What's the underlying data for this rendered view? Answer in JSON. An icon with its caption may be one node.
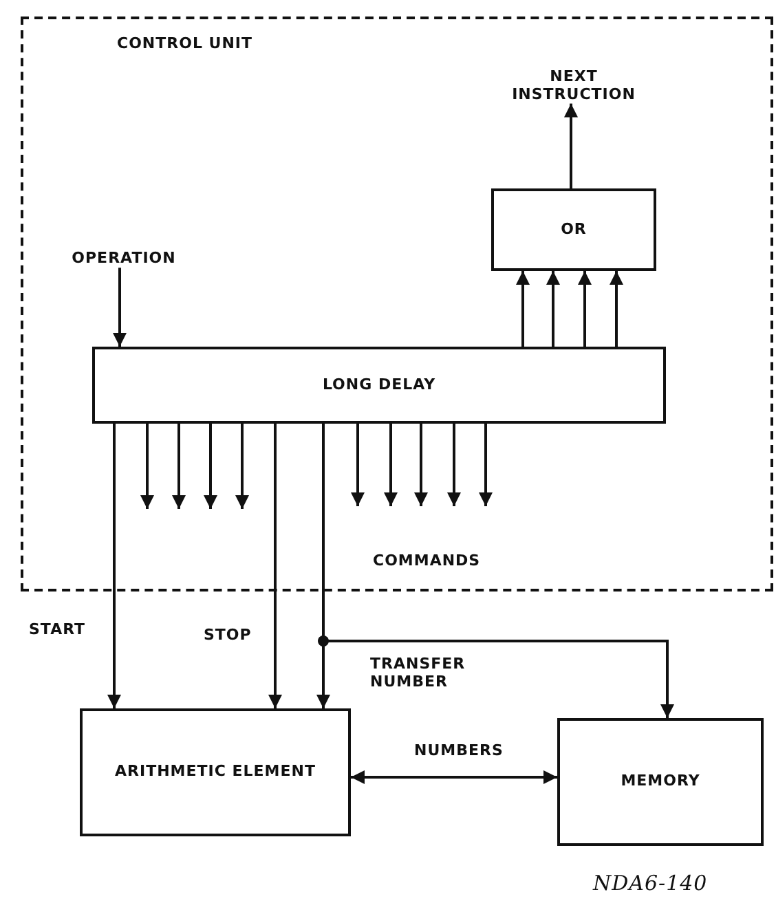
{
  "diagram": {
    "nodes": [
      {
        "text": [
          "CONTROL UNIT"
        ]
      },
      {
        "text": [
          "OR"
        ],
        "in": 0
      },
      {
        "text": [
          "LONG DELAY"
        ],
        "in": 0
      },
      {
        "text": [
          "ARITHMETIC ELEMENT"
        ]
      },
      {
        "text": [
          "MEMORY"
        ]
      },
      {
        "text": [
          "NEXT INSTRUCTION"
        ],
        "in": 0
      },
      {
        "text": [
          "OPERATION"
        ],
        "in": 0
      }
    ],
    "edges": [
      {
        "from": 6,
        "to": 2,
        "arrow": "to"
      },
      {
        "from": 1,
        "to": 5,
        "arrow": "to"
      },
      {
        "from": 2,
        "to": 1,
        "arrow": "to"
      },
      {
        "from": 2,
        "to": 1,
        "arrow": "to"
      },
      {
        "from": 2,
        "to": 1,
        "arrow": "to"
      },
      {
        "from": 2,
        "to": 1,
        "arrow": "to"
      },
      {
        "from": 2,
        "to": 3,
        "label": "START",
        "arrow": "to"
      },
      {
        "from": 2,
        "to": null,
        "arrow": "to"
      },
      {
        "from": 2,
        "to": null,
        "arrow": "to"
      },
      {
        "from": 2,
        "to": null,
        "arrow": "to"
      },
      {
        "from": 2,
        "to": null,
        "arrow": "to"
      },
      {
        "from": 2,
        "to": 3,
        "label": "STOP",
        "arrow": "to"
      },
      {
        "from": 2,
        "to": 3,
        "arrow": "to"
      },
      {
        "from": 2,
        "to": 4,
        "label": "TRANSFER NUMBER",
        "arrow": "to"
      },
      {
        "from": 2,
        "to": null,
        "arrow": "to"
      },
      {
        "from": 2,
        "to": null,
        "arrow": "to"
      },
      {
        "from": 2,
        "to": null,
        "arrow": "to"
      },
      {
        "from": 2,
        "to": null,
        "arrow": "to"
      },
      {
        "from": 2,
        "to": null,
        "arrow": "to"
      },
      {
        "from": 3,
        "to": 4,
        "label": "NUMBERS",
        "arrow": "both"
      }
    ],
    "labels": [
      "COMMANDS",
      "NDA6-140"
    ]
  }
}
